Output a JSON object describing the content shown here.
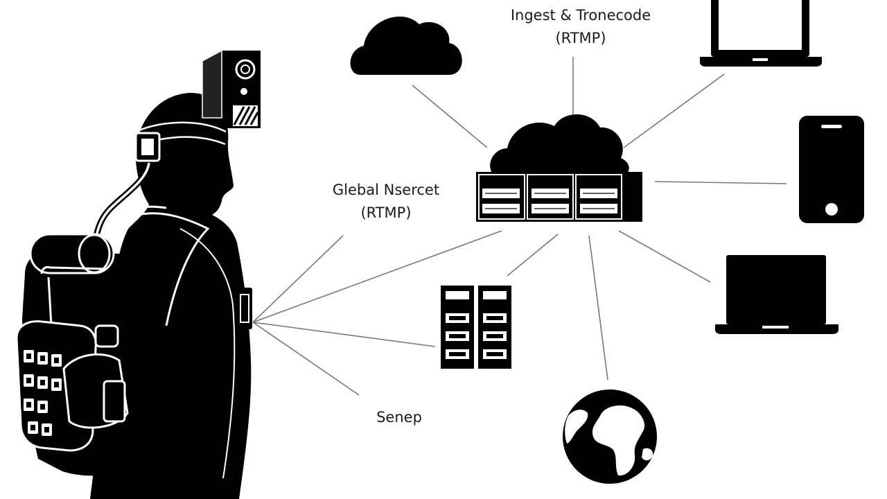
{
  "labels": {
    "ingest_line1": "Ingest & Tronecode",
    "ingest_line2": "(RTMP)",
    "global_line1": "Glebal Nsercet",
    "global_line2": "(RTMP)",
    "server": "Seneр"
  },
  "colors": {
    "foreground": "#000000",
    "connector": "#777777",
    "background": "#ffffff"
  },
  "icons": [
    "person-silhouette-icon",
    "head-mounted-camera-icon",
    "backpack-icon",
    "cloud-icon",
    "cloud-server-icon",
    "server-rack-icon",
    "laptop-icon",
    "smartphone-icon",
    "globe-icon"
  ]
}
